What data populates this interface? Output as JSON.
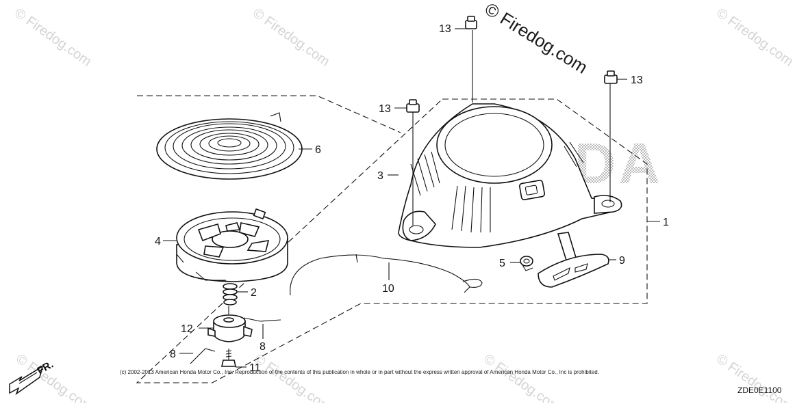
{
  "watermark": {
    "main": "© Firedog.com",
    "repeat": "© Firedog.com"
  },
  "brand_text": "HONDA",
  "callouts": {
    "p1": "1",
    "p2": "2",
    "p3": "3",
    "p4": "4",
    "p5": "5",
    "p6": "6",
    "p8a": "8",
    "p8b": "8",
    "p9": "9",
    "p10": "10",
    "p11": "11",
    "p12": "12",
    "p13a": "13",
    "p13b": "13",
    "p13c": "13"
  },
  "copyright": "(c) 2002-2013 American Honda Motor Co., Inc. Reproduction of the contents of this publication in whole or in part without the express written approval of American Honda Motor Co., Inc is prohibited.",
  "diagram_code": "ZDE0E1100",
  "orientation_label": "FR.",
  "icons": {
    "front_arrow": "arrow-down-left-icon"
  }
}
